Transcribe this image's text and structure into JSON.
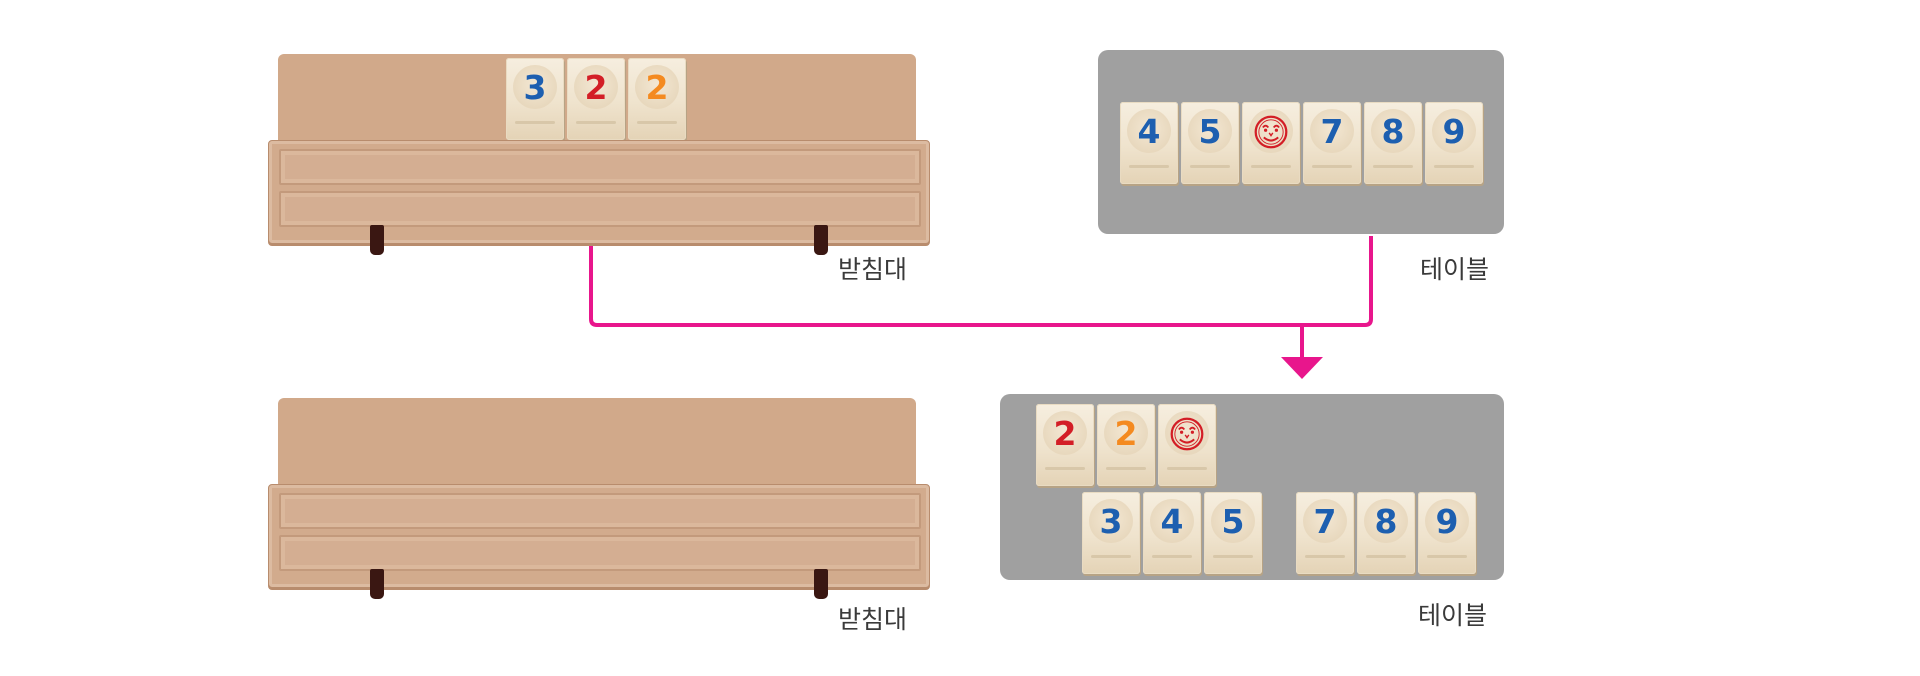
{
  "colors": {
    "connector": "#e8168c",
    "blue": "#1d5fb0",
    "red": "#d31e26",
    "orange": "#f48a20",
    "table": "#a0a0a0",
    "rack": "#d1a98a"
  },
  "top": {
    "rack": {
      "label": "받침대",
      "tiles": [
        {
          "value": "3",
          "color": "blue"
        },
        {
          "value": "2",
          "color": "red"
        },
        {
          "value": "2",
          "color": "orange"
        }
      ]
    },
    "table": {
      "label": "테이블",
      "tiles": [
        {
          "value": "4",
          "color": "blue"
        },
        {
          "value": "5",
          "color": "blue"
        },
        {
          "value": "",
          "color": "red",
          "icon": "joker-icon"
        },
        {
          "value": "7",
          "color": "blue"
        },
        {
          "value": "8",
          "color": "blue"
        },
        {
          "value": "9",
          "color": "blue"
        }
      ]
    }
  },
  "bottom": {
    "rack": {
      "label": "받침대",
      "tiles": []
    },
    "table": {
      "label": "테이블",
      "set_row1": [
        {
          "value": "2",
          "color": "red"
        },
        {
          "value": "2",
          "color": "orange"
        },
        {
          "value": "",
          "color": "red",
          "icon": "joker-icon"
        }
      ],
      "set_row2a": [
        {
          "value": "3",
          "color": "blue"
        },
        {
          "value": "4",
          "color": "blue"
        },
        {
          "value": "5",
          "color": "blue"
        }
      ],
      "set_row2b": [
        {
          "value": "7",
          "color": "blue"
        },
        {
          "value": "8",
          "color": "blue"
        },
        {
          "value": "9",
          "color": "blue"
        }
      ]
    }
  }
}
